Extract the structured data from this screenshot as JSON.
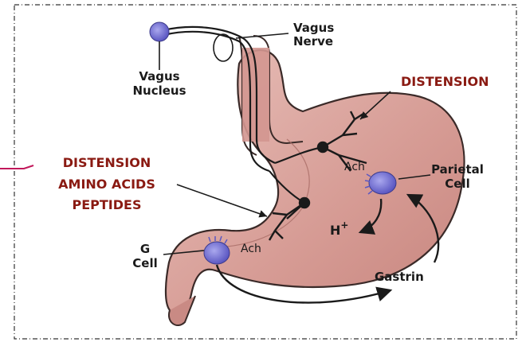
{
  "labels": {
    "vagus_nerve_line1": "Vagus",
    "vagus_nerve_line2": "Nerve",
    "vagus_nucleus_line1": "Vagus",
    "vagus_nucleus_line2": "Nucleus",
    "distension_top": "DISTENSION",
    "stimuli_line1": "DISTENSION",
    "stimuli_line2": "AMINO ACIDS",
    "stimuli_line3": "PEPTIDES",
    "parietal_line1": "Parietal",
    "parietal_line2": "Cell",
    "g_cell_line1": "G",
    "g_cell_line2": "Cell",
    "ach_upper": "Ach",
    "ach_lower": "Ach",
    "h_plus": "H",
    "h_plus_sup": "+",
    "gastrin": "Gastrin"
  },
  "colors": {
    "stomach_fill": "#d9a19b",
    "stomach_inner": "#e7b8b1",
    "outline": "#2a2a2a",
    "cell": "#7b78d6",
    "label_red": "#8a1a12",
    "pointer_pink": "#c2185b",
    "frame_dash": "#333333"
  }
}
